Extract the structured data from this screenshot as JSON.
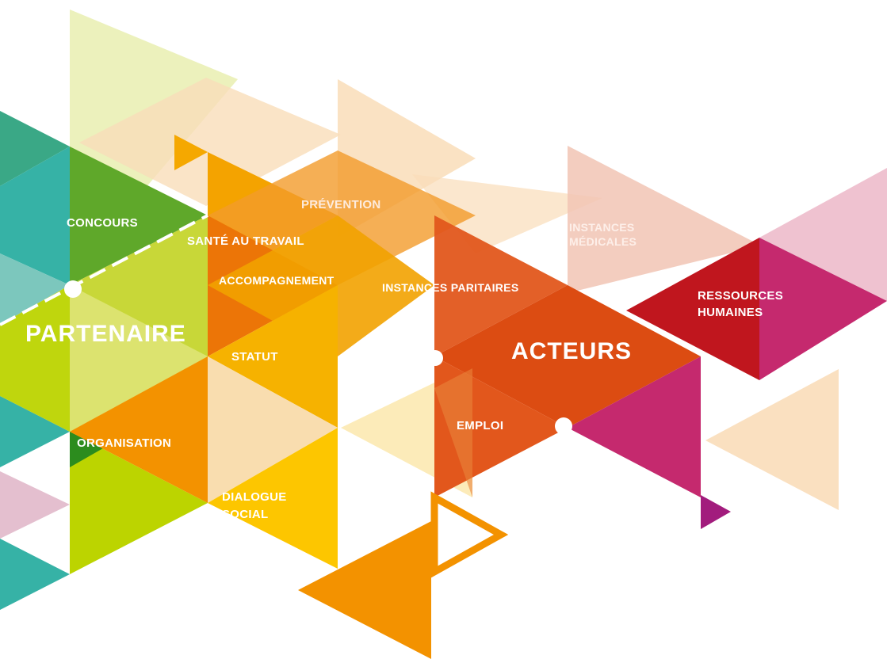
{
  "labels": {
    "concours": "CONCOURS",
    "prevention": "PRÉVENTION",
    "sante": "SANTÉ AU TRAVAIL",
    "accompagnement": "ACCOMPAGNEMENT",
    "instances_paritaires": "INSTANCES PARITAIRES",
    "instances_medicales_1": "INSTANCES",
    "instances_medicales_2": "MÉDICALES",
    "ressources_1": "RESSOURCES",
    "ressources_2": "HUMAINES",
    "partenaire": "PARTENAIRE",
    "statut": "STATUT",
    "acteurs": "ACTEURS",
    "emploi": "EMPLOI",
    "organisation": "ORGANISATION",
    "dialogue_1": "DIALOGUE",
    "dialogue_2": "SOCIAL"
  },
  "colors": {
    "teal": "#3bb3a8",
    "green": "#5fa82a",
    "lime": "#bcd400",
    "pale_yellow": "#e9efb0",
    "peach": "#f9ddb9",
    "orange": "#f39200",
    "deep_orange": "#e2571c",
    "red": "#c0161e",
    "magenta": "#c5296e",
    "pink": "#eebfcd",
    "yellow": "#fdc600"
  }
}
